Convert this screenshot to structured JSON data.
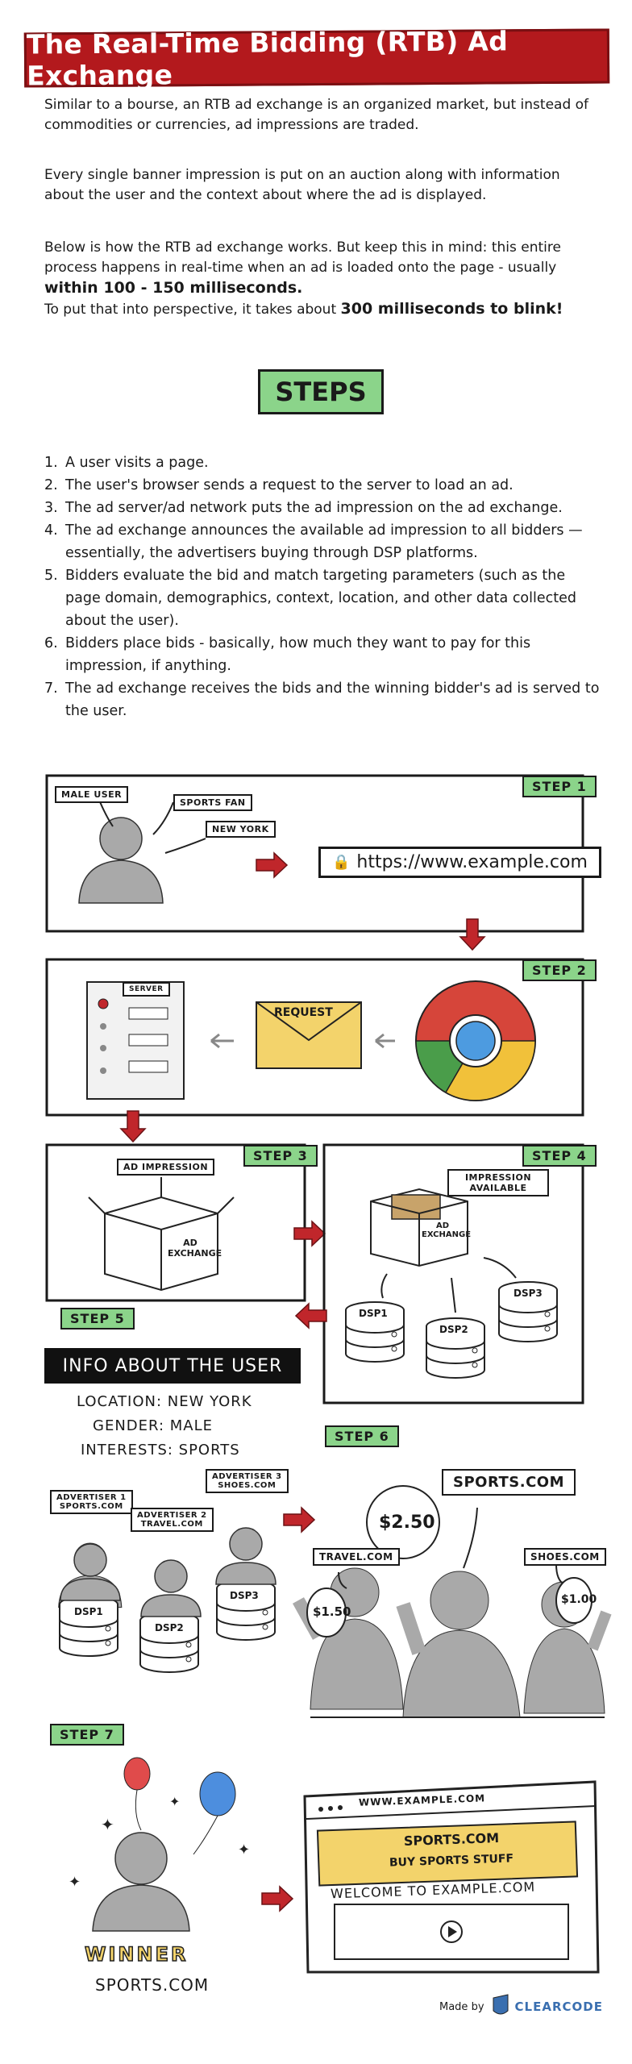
{
  "title": "The Real-Time Bidding (RTB) Ad Exchange",
  "intro": {
    "p1": "Similar to a bourse, an RTB ad exchange is an organized market, but instead of commodities or currencies, ad impressions are traded.",
    "p2": "Every single banner impression is put on an auction along with information about the user and the context about where the ad is displayed.",
    "p3_a": "Below is how the RTB ad exchange works. But keep this in mind: this entire process happens in real-time when an ad is loaded onto the page - usually ",
    "p3_b": "within 100 - 150 milliseconds.",
    "p3_c": "To put that into perspective, it takes about ",
    "p3_d": "300 milliseconds to blink!"
  },
  "steps_heading": "STEPS",
  "steps": [
    {
      "num": "1.",
      "text": "A user visits a page."
    },
    {
      "num": "2.",
      "text": "The user's browser sends a request to the server to load an ad."
    },
    {
      "num": "3.",
      "text": "The ad server/ad network puts the ad impression on the ad exchange."
    },
    {
      "num": "4.",
      "text": "The ad exchange announces the available ad impression to all bidders — essentially, the advertisers buying through DSP platforms."
    },
    {
      "num": "5.",
      "text": "Bidders evaluate the bid and match targeting parameters (such as the page domain, demographics, context, location, and other data collected about the user)."
    },
    {
      "num": "6.",
      "text": "Bidders place bids - basically, how much they want to pay for this impression, if anything."
    },
    {
      "num": "7.",
      "text": "The ad exchange receives the bids and the winning bidder's ad is served to the user."
    }
  ],
  "diagram": {
    "step1": {
      "tag": "STEP 1",
      "male_user": "MALE USER",
      "sports_fan": "SPORTS FAN",
      "new_york": "NEW YORK",
      "url": "https://www.example.com"
    },
    "step2": {
      "tag": "STEP 2",
      "server": "SERVER",
      "request": "REQUEST"
    },
    "step3": {
      "tag": "STEP 3",
      "ad_impression": "AD IMPRESSION",
      "ad_exchange": "AD EXCHANGE"
    },
    "step4": {
      "tag": "STEP 4",
      "impression_available": "IMPRESSION AVAILABLE",
      "ad_exchange": "AD EXCHANGE",
      "dsp1": "DSP1",
      "dsp2": "DSP2",
      "dsp3": "DSP3"
    },
    "step5": {
      "tag": "STEP 5",
      "info_title": "INFO ABOUT THE USER",
      "location": "LOCATION: NEW YORK",
      "gender": "GENDER: MALE",
      "interests": "INTERESTS: SPORTS"
    },
    "step6": {
      "tag": "STEP 6",
      "advertisers": [
        {
          "name": "ADVERTISER 1",
          "site": "SPORTS.COM",
          "dsp": "DSP1"
        },
        {
          "name": "ADVERTISER 2",
          "site": "TRAVEL.COM",
          "dsp": "DSP2"
        },
        {
          "name": "ADVERTISER 3",
          "site": "SHOES.COM",
          "dsp": "DSP3"
        }
      ],
      "bids": [
        {
          "site": "TRAVEL.COM",
          "amount": "$1.50"
        },
        {
          "site": "SPORTS.COM",
          "amount": "$2.50"
        },
        {
          "site": "SHOES.COM",
          "amount": "$1.00"
        }
      ]
    },
    "step7": {
      "tag": "STEP 7",
      "winner": "WINNER",
      "winner_site": "SPORTS.COM",
      "browser_url": "WWW.EXAMPLE.COM",
      "ad_line1": "SPORTS.COM",
      "ad_line2": "BUY SPORTS STUFF",
      "welcome": "WELCOME TO EXAMPLE.COM"
    }
  },
  "footer": {
    "made_by": "Made by",
    "brand": "CLEARCODE"
  },
  "colors": {
    "title_red": "#b3191d",
    "step_green": "#8bd48a",
    "arrow_red": "#c0262b",
    "ad_yellow": "#f3d36b"
  }
}
